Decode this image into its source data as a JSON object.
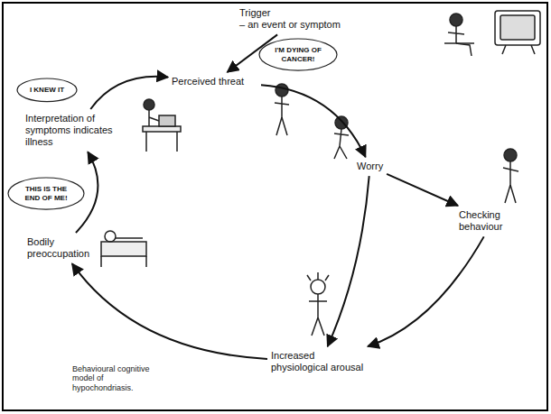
{
  "diagram": {
    "caption": "Behavioural cognitive model of hypochondriasis.",
    "nodes": [
      {
        "text": [
          "Trigger",
          "– an event or symptom"
        ]
      },
      {
        "text": [
          "Perceived threat"
        ]
      },
      {
        "text": [
          "Worry"
        ]
      },
      {
        "text": [
          "Checking behaviour"
        ]
      },
      {
        "text": [
          "Increased physiological arousal"
        ]
      },
      {
        "text": [
          "Bodily preoccupation"
        ]
      },
      {
        "text": [
          "Interpretation of symptoms indicates illness"
        ]
      },
      {
        "text": [
          "I'M DYING OF CANCER!"
        ]
      },
      {
        "text": [
          "I KNEW IT"
        ]
      },
      {
        "text": [
          "THIS IS THE END OF ME!"
        ]
      }
    ],
    "edges": [
      {
        "from": 0,
        "to": 1,
        "arrow": "to"
      },
      {
        "from": 1,
        "to": 2,
        "arrow": "to"
      },
      {
        "from": 2,
        "to": 3,
        "arrow": "to"
      },
      {
        "from": 2,
        "to": 4,
        "arrow": "to"
      },
      {
        "from": 3,
        "to": 4,
        "arrow": "to"
      },
      {
        "from": 4,
        "to": 5,
        "arrow": "to"
      },
      {
        "from": 5,
        "to": 6,
        "arrow": "to"
      },
      {
        "from": 6,
        "to": 1,
        "arrow": "to"
      }
    ]
  }
}
